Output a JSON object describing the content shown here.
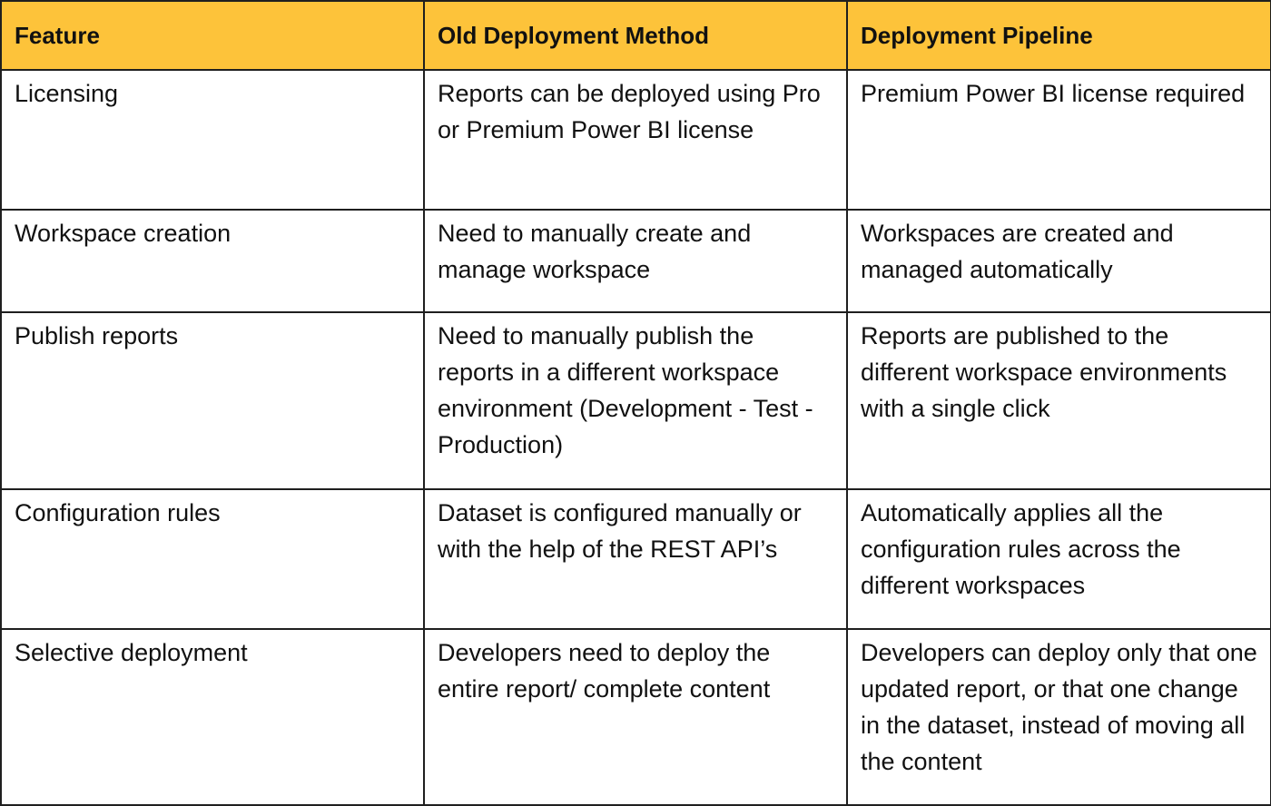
{
  "table": {
    "headers": [
      "Feature",
      "Old Deployment Method",
      "Deployment Pipeline"
    ],
    "rows": [
      [
        "Licensing",
        "Reports can be deployed using Pro or Premium Power BI license",
        "Premium Power BI license required"
      ],
      [
        "Workspace creation",
        "Need to manually create and manage workspace",
        "Workspaces are created and managed automatically"
      ],
      [
        "Publish reports",
        "Need to manually publish the reports in a different workspace environment (Development - Test - Production)",
        "Reports are published to the different workspace environments with a single click"
      ],
      [
        "Configuration rules",
        "Dataset is configured manually or with the help of the REST API’s",
        "Automatically applies all the configuration rules across the different workspaces"
      ],
      [
        "Selective deployment",
        "Developers need to deploy the entire report/ complete content",
        "Developers can deploy only that one updated report, or that one change in the dataset, instead of moving all the content"
      ]
    ]
  },
  "colors": {
    "header_bg": "#fdc33a",
    "border": "#1f1f1f"
  }
}
